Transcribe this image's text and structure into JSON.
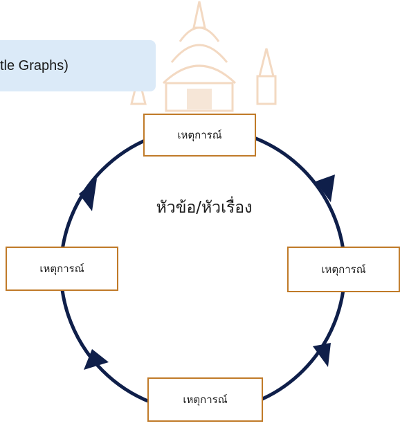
{
  "title": {
    "label": "tle Graphs)"
  },
  "diagram": {
    "center_label": "หัวข้อ/หัวเรื่อง",
    "events": [
      {
        "label": "เหตุการณ์",
        "position": "top"
      },
      {
        "label": "เหตุการณ์",
        "position": "right"
      },
      {
        "label": "เหตุการณ์",
        "position": "bottom"
      },
      {
        "label": "เหตุการณ์",
        "position": "left"
      }
    ],
    "cycle_color": "#0f1f4a",
    "box_border_color": "#c07a28",
    "banner_color": "#dbeaf8",
    "watermark_color": "#f3d9c2"
  }
}
